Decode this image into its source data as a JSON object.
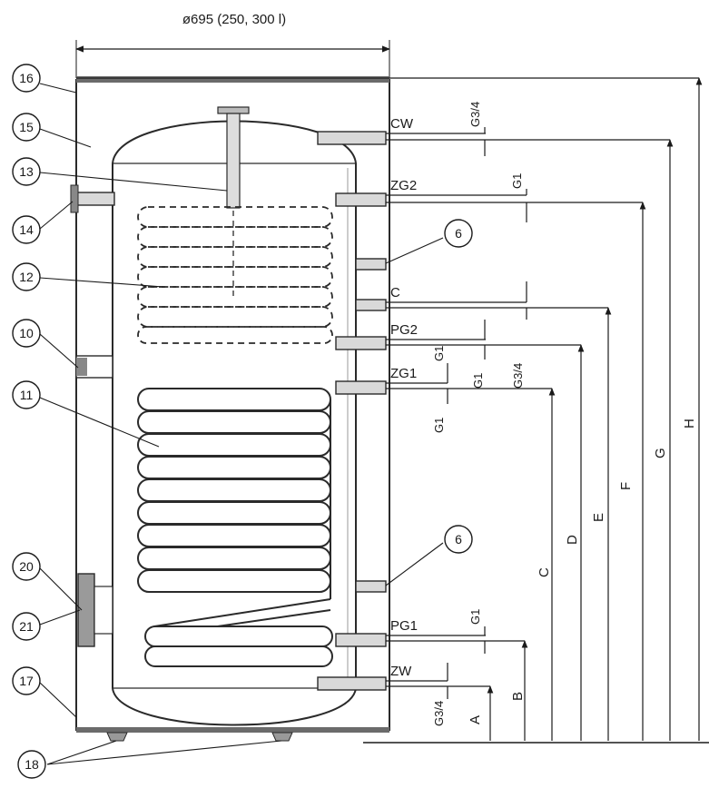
{
  "title": "ø695 (250, 300 l)",
  "connection_labels": {
    "cw": "CW",
    "zg2": "ZG2",
    "c": "C",
    "pg2": "PG2",
    "zg1": "ZG1",
    "pg1": "PG1",
    "zw": "ZW"
  },
  "thread_labels": {
    "cw": "G3/4",
    "zg2": "G1",
    "c": "G1",
    "pg2": "G3/4",
    "zg1_top": "G1",
    "zg1_bottom": "G1",
    "pg1": "G1",
    "zw": "G3/4"
  },
  "dimension_labels": {
    "a": "A",
    "b": "B",
    "c": "C",
    "d": "D",
    "e": "E",
    "f": "F",
    "g": "G",
    "h": "H"
  },
  "callouts": {
    "c16": "16",
    "c15": "15",
    "c13": "13",
    "c14": "14",
    "c12": "12",
    "c10": "10",
    "c11": "11",
    "c20": "20",
    "c21": "21",
    "c17": "17",
    "c18": "18",
    "c6_top": "6",
    "c6_bottom": "6"
  }
}
